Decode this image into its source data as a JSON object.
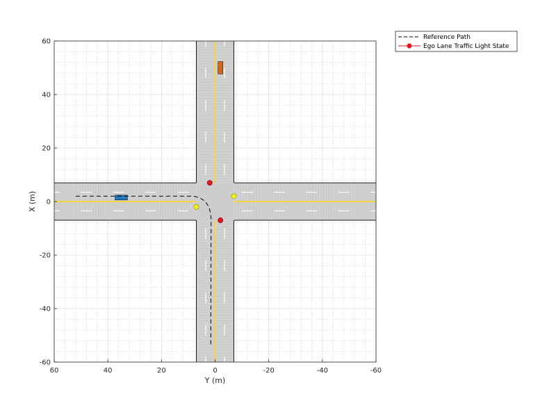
{
  "chart_data": {
    "type": "scatter",
    "title": "",
    "xlabel": "Y (m)",
    "ylabel": "X (m)",
    "xlim": [
      60,
      -60
    ],
    "ylim": [
      -60,
      60
    ],
    "x_reversed": true,
    "major_ticks": [
      -60,
      -40,
      -20,
      0,
      20,
      40,
      60
    ],
    "x_tick_labels": [
      "60",
      "40",
      "20",
      "0",
      "-20",
      "-40",
      "-60"
    ],
    "y_tick_labels": [
      "-60",
      "-40",
      "-20",
      "0",
      "20",
      "40",
      "60"
    ],
    "grid": "major and minor",
    "legend_position": "outside top-right",
    "road": {
      "half_width": 7,
      "surface_color": "#cdcdcd",
      "centerline_color": "#f2d44a",
      "edge_color": "#000000"
    },
    "series": [
      {
        "name": "Reference Path",
        "style": "dashed",
        "color": "#000000",
        "points": [
          [
            52,
            2
          ],
          [
            8,
            2
          ],
          [
            5.9,
            1.5
          ],
          [
            3.8,
            0.2
          ],
          [
            2.3,
            -2
          ],
          [
            1.6,
            -4.7
          ],
          [
            1.5,
            -7
          ],
          [
            1.6,
            -54
          ]
        ]
      },
      {
        "name": "Ego Lane Traffic Light State",
        "marker": "circle",
        "color": "#e8131b",
        "points": [
          [
            2,
            7
          ],
          [
            -2,
            -7
          ]
        ]
      }
    ],
    "signals": [
      {
        "state": "yellow",
        "color": "#f5f216",
        "x": 7,
        "y": -2
      },
      {
        "state": "yellow",
        "color": "#f5f216",
        "x": -7,
        "y": 2
      }
    ],
    "vehicles": [
      {
        "role": "ego",
        "color": "#1f7abf",
        "x_center": 35,
        "y_center": 1.5,
        "length": 4.6,
        "width": 1.8
      },
      {
        "role": "other",
        "color": "#d4661e",
        "x_center": -2,
        "y_center": 50,
        "length": 4.6,
        "width": 1.8
      }
    ]
  }
}
